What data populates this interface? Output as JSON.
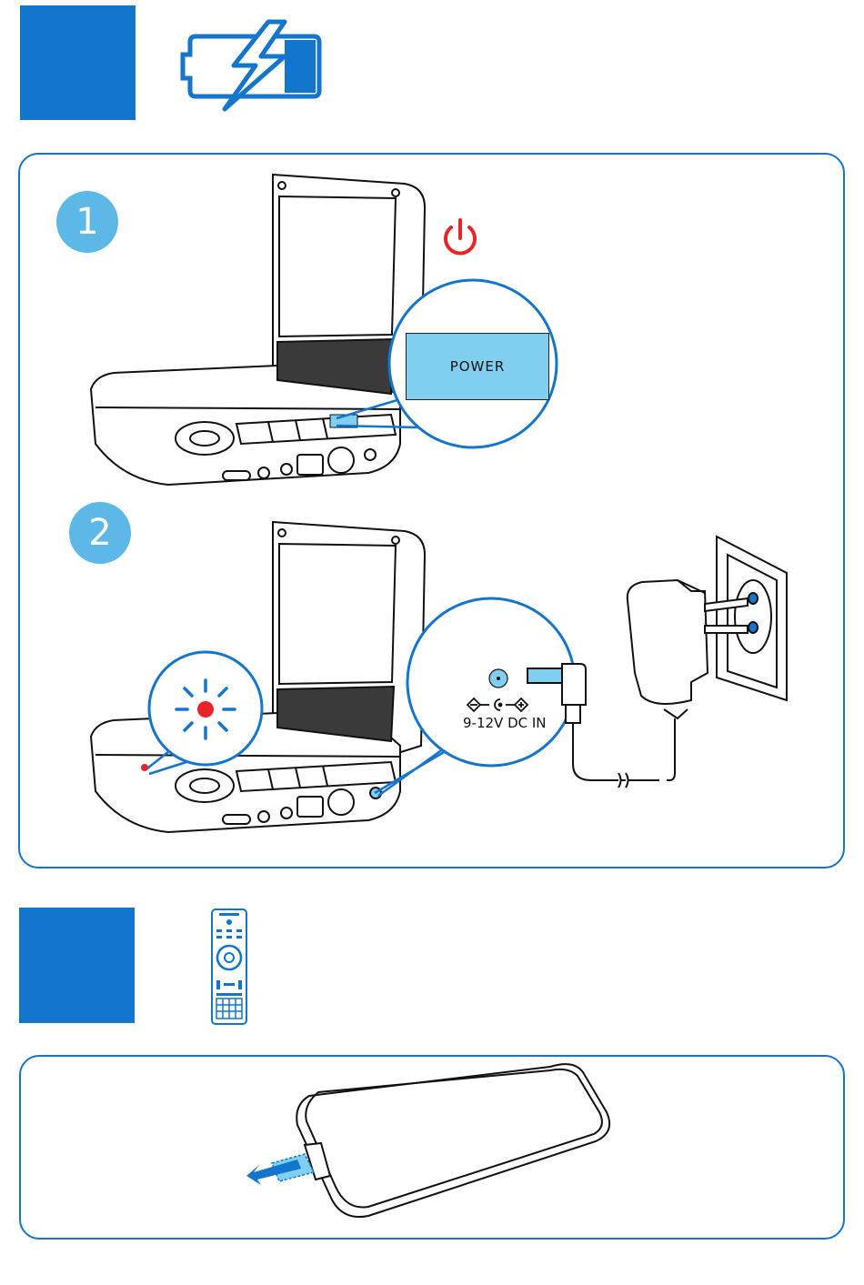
{
  "section1": {
    "icon": "battery-charging-icon",
    "steps": [
      {
        "number": "1",
        "power_label": "POWER",
        "icon": "power-icon",
        "icon_color": "#e8242a"
      },
      {
        "number": "2",
        "dc_label": "9-12V DC IN",
        "led_color": "#e8242a"
      }
    ]
  },
  "section2": {
    "icon": "remote-control-icon"
  },
  "colors": {
    "accent": "#1375cc",
    "badge": "#5cb8e6",
    "highlight": "#80cff0"
  }
}
